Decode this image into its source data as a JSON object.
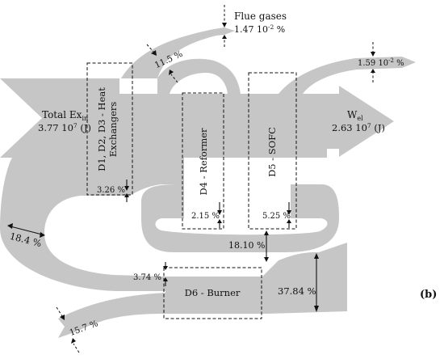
{
  "figure": {
    "panel_label": "(b)",
    "colors": {
      "flow": "#c6c6c6",
      "text": "#111111",
      "background": "#ffffff"
    }
  },
  "blocks": {
    "d1": {
      "line1": "D1, D2, D3 - Heat",
      "line2": "Exchangers"
    },
    "d4": "D4 - Reformer",
    "d5": "D5 - SOFC",
    "d6": "D6 - Burner"
  },
  "streams": {
    "total_ex_in": {
      "label": "Total Ex",
      "subscript": "in",
      "value": "3.77 10",
      "exponent": "7",
      "unit": " (J)"
    },
    "w_el": {
      "label": "W",
      "subscript": "el",
      "value": "2.63 10",
      "exponent": "7",
      "unit": " (J)"
    },
    "flue_gases": {
      "label": "Flue gases",
      "value": "1.47 10",
      "exponent": "-2",
      "unit": " %"
    },
    "outlet_top_right": {
      "value": "1.59 10",
      "exponent": "-2",
      "unit": " %"
    }
  },
  "percentages": {
    "p_11_5": "11.5 %",
    "p_3_26": "3.26 %",
    "p_2_15": "2.15 %",
    "p_5_25": "5.25 %",
    "p_18_4": "18.4 %",
    "p_18_10": "18.10 %",
    "p_3_74": "3.74 %",
    "p_37_84": "37.84 %",
    "p_15_7": "15.7 %"
  }
}
